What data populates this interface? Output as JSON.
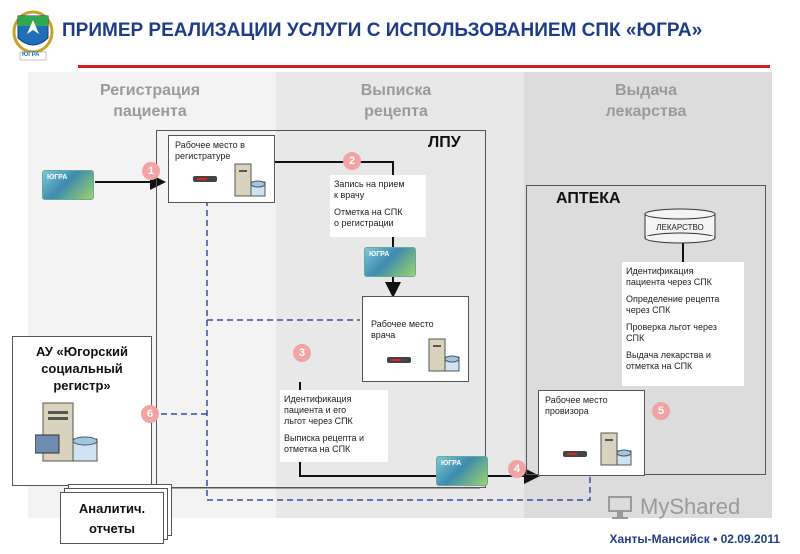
{
  "title": "ПРИМЕР РЕАЛИЗАЦИИ УСЛУГИ С ИСПОЛЬЗОВАНИЕМ СПК «ЮГРА»",
  "logo": {
    "text": "ЮГРА"
  },
  "columns": [
    {
      "line1": "Регистрация",
      "line2": "пациента"
    },
    {
      "line1": "Выписка",
      "line2": "рецепта"
    },
    {
      "line1": "Выдача",
      "line2": "лекарства"
    }
  ],
  "lpu_label": "ЛПУ",
  "pharmacy_label": "АПТЕКА",
  "registry_box": {
    "line1": "Рабочее место в",
    "line2": "регистратуре"
  },
  "registration_note": {
    "line1": "Запись на прием",
    "line2": "к врачу",
    "line3": "Отметка на СПК",
    "line4": "о регистрации"
  },
  "doctor_box": {
    "line1": "Рабочее место",
    "line2": "врача"
  },
  "doctor_note": {
    "line1": "Идентификация",
    "line2": "пациента и его",
    "line3": "льгот через СПК",
    "line4": "Выписка рецепта и",
    "line5": "отметка на СПК"
  },
  "pharmacy_note": {
    "line1": "Идентификация",
    "line2": "пациента через СПК",
    "line3": "Определение рецепта",
    "line4": "через СПК",
    "line5": "Проверка льгот через",
    "line6": "СПК",
    "line7": "Выдача лекарства и",
    "line8": "отметка на СПК"
  },
  "database_label": "ЛЕКАРСТВО",
  "pharmacist_box": {
    "line1": "Рабочее место",
    "line2": "провизора"
  },
  "au_box": {
    "line1": "АУ «Югорский",
    "line2": "социальный",
    "line3": "регистр»"
  },
  "reports": {
    "line1": "Аналитич.",
    "line2": "отчеты"
  },
  "steps": [
    "1",
    "2",
    "3",
    "4",
    "5",
    "6"
  ],
  "card_text": "ЮГРА",
  "watermark": "MyShared",
  "footer": "Ханты-Мансийск • 02.09.2011",
  "colors": {
    "title": "#1f3c88",
    "accent_red": "#d11f1f",
    "step": "#f2a3a3",
    "band1": "#f2f2f2",
    "band2": "#e6e6e6",
    "band3": "#d9d9d9",
    "dash": "#3a4aa8"
  }
}
